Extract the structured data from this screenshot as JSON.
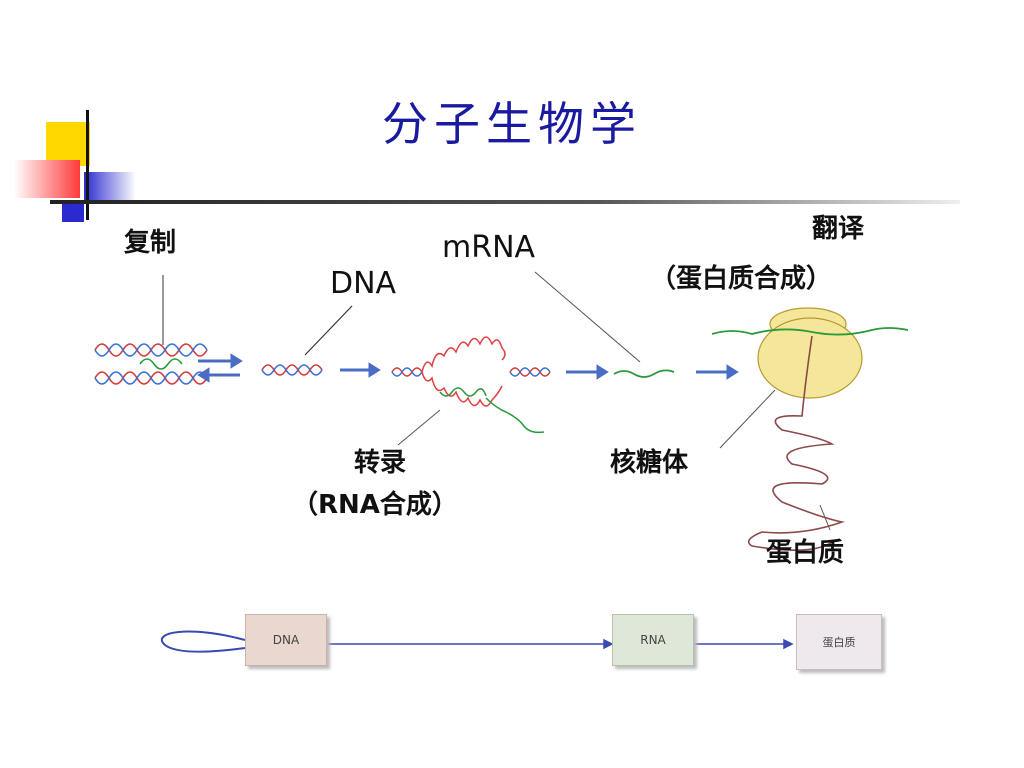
{
  "slide": {
    "title": "分子生物学"
  },
  "diagram": {
    "replication": "复制",
    "dna": "DNA",
    "mrna": "mRNA",
    "translation": "翻译",
    "translation_sub": "（蛋白质合成）",
    "transcription": "转录",
    "transcription_sub": "（RNA合成）",
    "ribosome": "核糖体",
    "protein": "蛋白质"
  },
  "flow": {
    "box1": "DNA",
    "box2": "RNA",
    "box3": "蛋白质"
  },
  "colors": {
    "title": "#1a1aa0",
    "accent_blue": "#3333cc",
    "accent_yellow": "#ffd800",
    "accent_red": "#ff3333",
    "ribosome_fill": "#f5e79a",
    "arrow": "#4a6cc4"
  }
}
